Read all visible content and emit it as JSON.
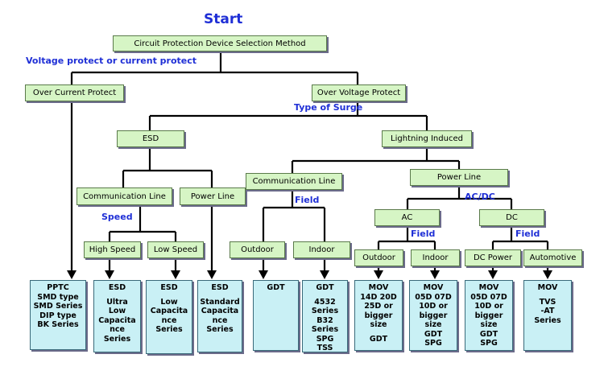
{
  "title": "Start",
  "nodes": {
    "root": "Circuit Protection Device Selection Method",
    "over_current": "Over Current Protect",
    "over_voltage": "Over Voltage Protect",
    "esd": "ESD",
    "lightning": "Lightning Induced",
    "esd_comm": "Communication Line",
    "esd_power": "Power Line",
    "li_comm": "Communication Line",
    "li_power": "Power Line",
    "high_speed": "High Speed",
    "low_speed": "Low Speed",
    "outdoor_comm": "Outdoor",
    "indoor_comm": "Indoor",
    "ac": "AC",
    "dc": "DC",
    "outdoor_ac": "Outdoor",
    "indoor_ac": "Indoor",
    "dc_power": "DC Power",
    "automotive": "Automotive"
  },
  "labels": {
    "voltage_or_current": "Voltage protect or current protect",
    "type_of_surge": "Type of Surge",
    "speed": "Speed",
    "field1": "Field",
    "acdc": "AC/DC",
    "field2": "Field",
    "field3": "Field"
  },
  "leaves": {
    "pptc": [
      "PPTC",
      "SMD type",
      "SMD Series",
      "DIP type",
      "BK Series"
    ],
    "esd_ultra": [
      "ESD",
      "",
      "Ultra",
      "Low",
      "Capacita",
      "nce",
      "Series"
    ],
    "esd_low": [
      "ESD",
      "",
      "Low",
      "Capacita",
      "nce",
      "Series"
    ],
    "esd_std": [
      "ESD",
      "",
      "Standard",
      "Capacita",
      "nce",
      "Series"
    ],
    "gdt_out": [
      "GDT"
    ],
    "gdt_in": [
      "GDT",
      "",
      "4532",
      "Series",
      "B32",
      "Series",
      "SPG",
      "TSS"
    ],
    "mov_out": [
      "MOV",
      "14D 20D",
      "25D or",
      "bigger",
      "size",
      "",
      "GDT"
    ],
    "mov_in": [
      "MOV",
      "05D 07D",
      "10D or",
      "bigger",
      "size",
      "GDT",
      "SPG"
    ],
    "mov_dc": [
      "MOV",
      "05D 07D",
      "10D or",
      "bigger",
      "size",
      "GDT",
      "SPG"
    ],
    "mov_auto": [
      "MOV",
      "",
      "TVS",
      "-AT",
      "Series"
    ]
  },
  "colors": {
    "node_fill": "#d6f5c5",
    "leaf_fill": "#c9f0f5",
    "label_blue": "#1f2fd6"
  }
}
